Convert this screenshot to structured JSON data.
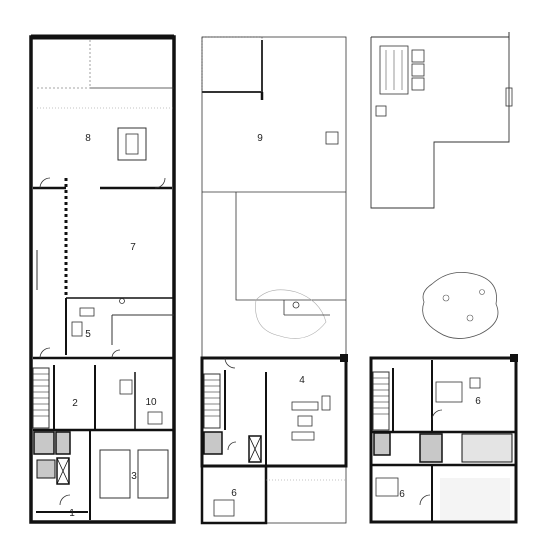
{
  "plans": {
    "ground_floor": {
      "rooms": [
        {
          "id": "room-8",
          "label": "8"
        },
        {
          "id": "room-7",
          "label": "7"
        },
        {
          "id": "room-5",
          "label": "5"
        },
        {
          "id": "room-2",
          "label": "2"
        },
        {
          "id": "room-10",
          "label": "10"
        },
        {
          "id": "room-3",
          "label": "3"
        },
        {
          "id": "room-1",
          "label": "1"
        }
      ]
    },
    "first_floor": {
      "rooms": [
        {
          "id": "room-9",
          "label": "9"
        },
        {
          "id": "room-4",
          "label": "4"
        },
        {
          "id": "room-6",
          "label": "6"
        }
      ]
    },
    "top_floor": {
      "rooms": [
        {
          "id": "room-6a",
          "label": "6"
        },
        {
          "id": "room-6b",
          "label": "6"
        }
      ]
    }
  },
  "colors": {
    "wall": "#111111",
    "thin_line": "#333333",
    "light_line": "#888888",
    "service_fill": "#c8c8c8",
    "shadow_fill": "#e4e4e4"
  }
}
